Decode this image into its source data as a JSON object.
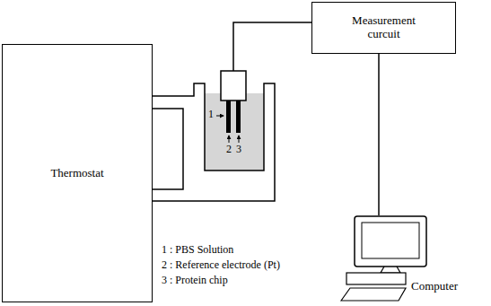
{
  "diagram": {
    "nodes": [
      {
        "text": [
          "Thermostat"
        ]
      },
      {
        "text": [
          "Measurement curcuit"
        ]
      },
      {
        "text": [
          "Computer"
        ]
      }
    ],
    "edges": [
      {
        "from": 1,
        "to": 2,
        "arrow": "none"
      }
    ],
    "labels": [
      "1",
      "2",
      "3",
      "1 : PBS Solution",
      "2 : Reference electrode (Pt)",
      "3 : Protein chip"
    ]
  }
}
